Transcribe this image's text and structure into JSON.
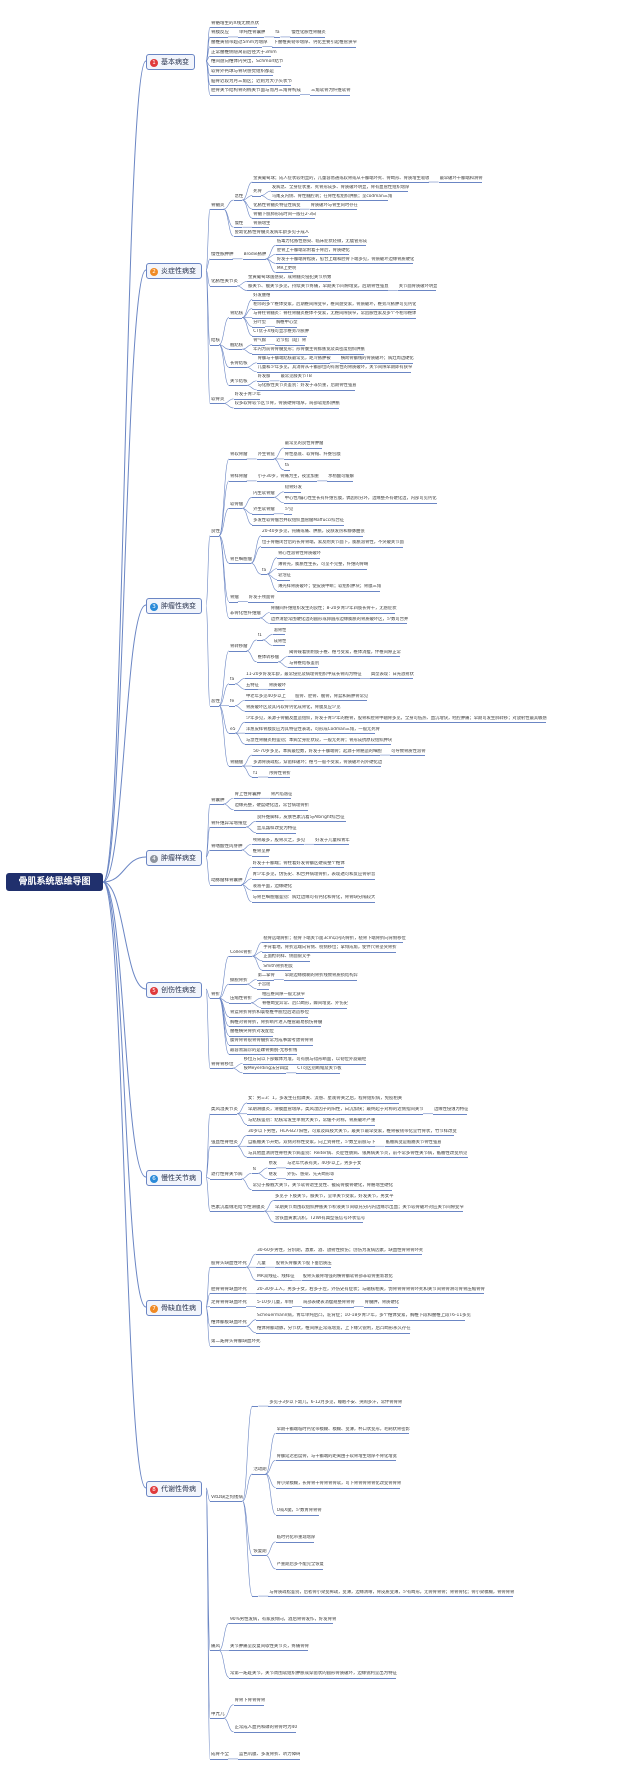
{
  "title": "骨肌系统思维导图",
  "colors": {
    "root_bg": "#20306d",
    "line": "#6b86c4",
    "badge_red": "#e0393b",
    "badge_orange": "#f08a24",
    "badge_blue": "#2a8ad8",
    "badge_gray": "#8d949e"
  },
  "branches": [
    {
      "num": "1",
      "label": "基本病变",
      "badge": "red",
      "children": [
        {
          "t": "骨骼增生的X线无致点状"
        },
        {
          "t": "骨膜反应",
          "c": [
            {
              "t": "单纯性骨囊肿",
              "c": [
                {
                  "t": "fa",
                  "c": [
                    {
                      "t": "慢性化脓性骨髓炎"
                    }
                  ]
                }
              ]
            }
          ]
        },
        {
          "t": "腰椎黄韧带超过5mm为增厚",
          "c": [
            {
              "t": "下腰椎黄韧带增厚、钙化主要引起椎管狭窄"
            }
          ]
        },
        {
          "t": "正常腰椎侧隐窝前后径大于3mm"
        },
        {
          "t": "椎间盘向椎体内突出，Schmorl结节"
        },
        {
          "t": "软骨外钙球与骨块感觉组织都是"
        },
        {
          "t": "脑骨近段为月三角区；近则为大小头状节"
        },
        {
          "t": "胫骨关节结构骨的椭关节面与而月三角骨构成",
          "c": [
            {
              "t": "三角软骨为纤维软骨"
            }
          ]
        }
      ]
    },
    {
      "num": "2",
      "label": "炎症性病变",
      "badge": "orange",
      "children": [
        {
          "t": "骨髓炎",
          "c": [
            {
              "t": "急性",
              "c": [
                {
                  "t": "金黄葡萄球；成人症状较明显的，儿童容易通或软骨或从干骺端坏死、骨畸形、骨质增生吸收",
                  "c": [
                    {
                      "t": "最早破坏干骺端和滑骨"
                    }
                  ]
                },
                {
                  "t": "死骨",
                  "c": [
                    {
                      "t": "发病急、全身症状重、死骨形成多、骨质破坏明显，骨有血管性组织增厚"
                    },
                    {
                      "t": "马尾支内侧、骨性髓腔刺；在骨性松组织肿胀；呈codman三角"
                    }
                  ]
                },
                {
                  "t": "化脓性骨髓炎特征性病变",
                  "c": [
                    {
                      "t": "骨质破坏与骨生同时存在"
                    }
                  ]
                },
                {
                  "t": "骨髓下肢肺形成时间一般在2-3日"
                }
              ]
            },
            {
              "t": "慢性",
              "c": [
                {
                  "t": "骨质增生"
                }
              ]
            },
            {
              "t": "婴幼化脓性骨髓炎发病年龄多见于成人"
            }
          ]
        },
        {
          "t": "慢性脓肿肿",
          "c": [
            {
              "t": "Brodie脓肿",
              "c": [
                {
                  "t": "低毒力化脓性感染、临床症状轻微，无瘘管形成"
                },
                {
                  "t": "胫骨上干骺端常附着于骨后，骨质硬化"
                },
                {
                  "t": "好发于干骺端骨松质，愈合上端和胫骨下端多见，骨质破坏边缘骨质硬化"
                },
                {
                  "t": "MR上更明"
                }
              ]
            }
          ]
        },
        {
          "t": "化脓性关节炎",
          "c": [
            {
              "t": "金黄葡萄球菌感染，或骨髓炎侵犯关节所致"
            },
            {
              "t": "膝关节、髋关节多见，持续关节疼痛，早期关节间隙增宽，后期骨性强直",
              "c": [
                {
                  "t": "关节面骨质破坏明显"
                }
              ]
            }
          ]
        },
        {
          "t": "结核",
          "c": [
            {
              "t": "骨结核",
              "c": [
                {
                  "t": "好发腰椎"
                },
                {
                  "t": "相邻的多个椎体受累，后期椎间隙变窄，椎间盘受累，骨质破坏，椎旁冷脓肿可见钙化"
                },
                {
                  "t": "与脊柱骨髓炎：脊柱骨髓炎椎体不受累，无椎间隙狭窄，常因脓性累及多个不相邻椎体"
                },
                {
                  "t": "分叶型",
                  "c": [
                    {
                      "t": "胸椎中心型"
                    }
                  ]
                },
                {
                  "t": "CT优于X线可显示椎旁冷脓肿"
                }
              ]
            },
            {
              "t": "髋结核",
              "c": [
                {
                  "t": "骨气臌",
                  "c": [
                    {
                      "t": "近节指（趾）骨"
                    }
                  ]
                },
                {
                  "t": "年内为前骨骨髓变形；形骨腹主骨膨胀宽及高密度组织肿胀"
                }
              ]
            },
            {
              "t": "长骨结核",
              "c": [
                {
                  "t": "骨骺与干骺端结核最常见，距冷脓肿被",
                  "c": [
                    {
                      "t": "横跨骨骺线的骨质破坏；病灶周边硬化"
                    }
                  ]
                },
                {
                  "t": "儿童和少年多见，其消骨从干骺部位的有限性的骨质破坏，关节间隙早期即有狭窄"
                }
              ]
            },
            {
              "t": "关节结核",
              "c": [
                {
                  "t": "好发膝",
                  "c": [
                    {
                      "t": "最常见膝关节TB"
                    }
                  ]
                },
                {
                  "t": "与化脓性关节炎鉴别：好发于非负重，后期骨性强直"
                }
              ]
            }
          ]
        },
        {
          "t": "软骨炎",
          "c": [
            {
              "t": "好发于青少年"
            },
            {
              "t": "较多软骨较节区节骨，骨质硬骨增厚，局部软组织肿胀"
            }
          ]
        }
      ]
    },
    {
      "num": "3",
      "label": "肿瘤性病变",
      "badge": "blue",
      "children": [
        {
          "t": "良性",
          "c": [
            {
              "t": "骨软骨瘤",
              "c": [
                {
                  "t": "外生骨疣",
                  "c": [
                    {
                      "t": "最常见的良性骨肿瘤"
                    },
                    {
                      "t": "骨性基底、软骨帽、纤维包膜"
                    },
                    {
                      "t": "fa"
                    }
                  ]
                }
              ]
            },
            {
              "t": "骨样骨瘤",
              "c": [
                {
                  "t": "小于30岁，骨痛为主，夜里加重",
                  "c": [
                    {
                      "t": "水杨酸可缓解"
                    }
                  ]
                }
              ]
            },
            {
              "t": "软骨瘤",
              "c": [
                {
                  "t": "内生软骨瘤",
                  "c": [
                    {
                      "t": "短骨好发"
                    },
                    {
                      "t": "中心性/偏心性生长有纤维包膜，偶因积分环，边缘整齐有硬化边，内部可见钙化"
                    }
                  ]
                },
                {
                  "t": "外生软骨瘤",
                  "c": [
                    {
                      "t": "少见"
                    }
                  ]
                },
                {
                  "t": "多发性软骨瘤合并软组织血管瘤Maffucci综合征"
                }
              ]
            },
            {
              "t": "骨巨细胞瘤",
              "c": [
                {
                  "t": "20-40岁多见，钝痛或痛、肿胀，皮肤发热和静脉曲张"
                },
                {
                  "t": "位于骨骼闭合后的长骨骨端，累及附关节面下，膨胀溶骨性，不突破关节面"
                },
                {
                  "t": "fa",
                  "c": [
                    {
                      "t": "骨心性溶骨性骨质破坏"
                    },
                    {
                      "t": "薄骨壳，膨胀性生长，可呈不完整，纤维的骨嵴"
                    },
                    {
                      "t": "皂泡征"
                    },
                    {
                      "t": "薄壳样骨质破坏；使皮质中断；软组织肿块；骨膜三角"
                    }
                  ]
                }
              ]
            },
            {
              "t": "骨瘤",
              "c": [
                {
                  "t": "好发于颅面骨"
                }
              ]
            },
            {
              "t": "非骨化性纤维瘤",
              "c": [
                {
                  "t": "骨髓间纤维组织发生的良性；8-20岁青少年四肢长骨干，无感症状"
                },
                {
                  "t": "边界清楚常围硬化边的圆形或卵圆形边缘膨胀的骨质破坏区，少数可合并"
                }
              ]
            }
          ]
        },
        {
          "t": "恶性",
          "c": [
            {
              "t": "骨转移瘤",
              "c": [
                {
                  "t": "f1",
                  "c": [
                    {
                      "t": "溶骨性"
                    },
                    {
                      "t": "成骨性"
                    }
                  ]
                },
                {
                  "t": "椎体转移瘤",
                  "c": [
                    {
                      "t": "阈骨碟着侧附肢于椎、椎弓受累，椎体消瘦，伴椎间隙正常"
                    },
                    {
                      "t": "与脊椎结核鉴别"
                    }
                  ]
                }
              ]
            },
            {
              "t": "fa",
              "c": [
                {
                  "t": "11-20岁好发年龄，最常侵犯及病理骨组织中成长骨肉为特征",
                  "c": [
                    {
                      "t": "典型表现：日光放射状"
                    }
                  ]
                },
                {
                  "t": "五特征",
                  "c": [
                    {
                      "t": "骨质破坏"
                    }
                  ]
                }
              ]
            },
            {
              "t": "fe",
              "c": [
                {
                  "t": "中老年多见40岁以上",
                  "c": [
                    {
                      "t": "股骨、胫骨、髋骨，骨盆和肩胛骨常见"
                    }
                  ]
                },
                {
                  "t": "骨质破坏区及其内软骨钙化成骨化，骨膜反应少见"
                }
              ]
            },
            {
              "t": "e5",
              "c": [
                {
                  "t": "少年多见，来源于骨髓及血造组织，好发于青少年的椎骨，股骨和胫骨中轴骨多见，全身可低热、血沉增快，经腔肿痛；早期可发生肺转移；对放射性最其敏感"
                },
                {
                  "t": "洋葱皮样骨膜反应为其特征性表现，可形成Codman三角，一般无死骨"
                },
                {
                  "t": "与急性骨髓炎相鉴别；本病全身症状较，一般无死骨；骨形成抗原较组织肿块"
                }
              ]
            },
            {
              "t": "骨髓瘤",
              "c": [
                {
                  "t": "50-70岁多见，本病最位数，好发于干骺端骨；起源于骨骼造的细胞",
                  "c": [
                    {
                      "t": "可导致骨质性溶骨"
                    }
                  ]
                },
                {
                  "t": "多源骨质疏松，穿凿样破坏；椎弓一般不受累，骨质破坏内外硬化边"
                },
                {
                  "t": "f1",
                  "c": [
                    {
                      "t": "颅骨性骨折"
                    }
                  ]
                }
              ]
            }
          ]
        }
      ]
    },
    {
      "num": "4",
      "label": "肿瘤样病变",
      "badge": "gray",
      "children": [
        {
          "t": "骨囊肿",
          "c": [
            {
              "t": "骨上性骨囊肿",
              "c": [
                {
                  "t": "骨片陷落征"
                }
              ]
            },
            {
              "t": "边缘光整，硬度硬化边，常合病理骨折"
            }
          ]
        },
        {
          "t": "骨纤维异常增殖症",
          "c": [
            {
              "t": "良纤维脚样，皮肤色素沉着与Albright综合征"
            },
            {
              "t": "丝瓜瓢样改变为特征"
            }
          ]
        },
        {
          "t": "骨嗜酸性肉芽肿",
          "c": [
            {
              "t": "颅骨最多，股骨次之，多见",
              "c": [
                {
                  "t": "好发于儿童和青年"
                }
              ]
            },
            {
              "t": "椎骨呈肿"
            }
          ]
        },
        {
          "t": "动脉瘤样骨囊肿",
          "c": [
            {
              "t": "好发于干骺端；骨柱着好发骨骺区硬或整个椎体"
            },
            {
              "t": "青少年多见，伪伤史、和合并病理骨折，表现透可和反应骨杂音"
            },
            {
              "t": "液液平面，边缘硬化"
            },
            {
              "t": "与骨巨细胞瘤鉴别：病灶边缘可有钙化和骨化，骨骨缺分隔较大"
            }
          ]
        }
      ]
    },
    {
      "num": "5",
      "label": "创伤性病变",
      "badge": "red",
      "children": [
        {
          "t": "骨折",
          "c": [
            {
              "t": "Colles骨折",
              "c": [
                {
                  "t": "桡骨远端骨折；桡骨下端关节面3cm以内的骨折，桡骨下端骨折向背侧移位"
                },
                {
                  "t": "手背着地，骨折远端向背侧、桡侧移位；掌倾成角，使伴尺骨茎突骨折"
                },
                {
                  "t": "正面枪刺样、侧面银叉手"
                },
                {
                  "t": "Smith骨折相反"
                }
              ]
            },
            {
              "t": "撕脱骨折",
              "c": [
                {
                  "t": "第二掌骨",
                  "c": [
                    {
                      "t": "早期边缘模糊的骨折线致骨质损结构异"
                    }
                  ]
                },
                {
                  "t": "子宫屈"
                }
              ]
            },
            {
              "t": "压缩性骨折",
              "c": [
                {
                  "t": "相应椎间隙一般无狭窄"
                },
                {
                  "t": "脊椎畸变异常、后凸畸形，棘间增宽、外伤史"
                }
              ]
            },
            {
              "t": "骨盆骨折骨折和寰枢椎半脱位后退造移位"
            },
            {
              "t": "胸椎对骨骨折，骨折断片进入椎管最易损伤脊髓"
            },
            {
              "t": "腰椎横突骨折对发配位"
            },
            {
              "t": "肱骨骨骨裂骨骨髓折常为成事需考虑骨骨骨"
            },
            {
              "t": "最容易漏诊的是踝骨撕脱-无移折线"
            }
          ]
        },
        {
          "t": "骨骨骨移位",
          "c": [
            {
              "t": "移位方向以下部螺体为准，可有脱与错形断面，以韧位外旋最经"
            },
            {
              "t": "按Meyerding法分四度",
              "c": [
                {
                  "t": "CT可区别断缩及关节板"
                }
              ]
            }
          ]
        }
      ]
    },
    {
      "num": "6",
      "label": "慢性关节病",
      "badge": "blue",
      "children": [
        {
          "t": "类风湿关节炎",
          "c": [
            {
              "t": "女：男=3：1，多发生在指踝关、流感、星观骨关之后，程骨组织病，免疫相关"
            },
            {
              "t": "早期滑膜炎，滑膜血管增厚，类风湿因子的阳性，白沉加快；最终起于对称的近侧指间关节",
              "c": [
                {
                  "t": "边缘性侵蚀为特征"
                }
              ]
            },
            {
              "t": "与结核鉴别：结核常发生单侧大关节，常缓不对称，骨质破坏严重"
            }
          ]
        },
        {
          "t": "强直性脊柱炎",
          "c": [
            {
              "t": "30岁以下男性，HLA-B27阳性，可累及四肢大关节，最关节最早受累，椎骨被韧带化呈竹骨状，竹节样改变"
            },
            {
              "t": "自骶髂关节开始，双侧对称性受累，向上到脊柱，少数至前肢与下",
              "c": [
                {
                  "t": "骶髂病变是骶髂关节骨性强直"
                }
              ]
            },
            {
              "t": "与其他血清阴性脊柱关节病鉴别：Reiter病、炎症性肠病、银屑病关节炎，前不常多骨性关节病，骶髂性改变所见"
            }
          ]
        },
        {
          "t": "退行性骨关节病",
          "c": [
            {
              "t": "fs",
              "c": [
                {
                  "t": "原发",
                  "c": [
                    {
                      "t": "与老年代表有关，40岁以上，男多于女"
                    }
                  ]
                },
                {
                  "t": "继发",
                  "c": [
                    {
                      "t": "外伤、感染、先天畸形等"
                    }
                  ]
                }
              ]
            },
            {
              "t": "常见于膝髋大关节，关节软骨退生变性、截成骨膜骨硬化，骨骼增生硬化"
            }
          ]
        },
        {
          "t": "色素沉着绒毛结节性滑膜炎",
          "c": [
            {
              "t": "多见于下肢关节，膝关节，呈单关节受累，好发关节，男女平"
            },
            {
              "t": "早期关节周围软组织肿胀关节积液关节间歇充分内内边缘示出血；关节较骨破坏对应关节间隙变窄"
            },
            {
              "t": "含铁血黄素沉积，T2WI有典型低信号环状信号"
            }
          ]
        }
      ]
    },
    {
      "num": "7",
      "label": "骨缺血性病",
      "badge": "orange",
      "children": [
        {
          "t": "股骨头缺血性坏死",
          "c": [
            {
              "t": "30-60岁男性，分阶期，激素、酒、放射性损伤；创伤为发病因素，缺血性骨骨骨坏死"
            },
            {
              "t": "儿童",
              "c": [
                {
                  "t": "股骨头骨骺关节股下垂后质压"
                }
              ]
            },
            {
              "t": "MR双线征、线样征",
              "c": [
                {
                  "t": "股骨头最骨增强的横骨骺软骨部非软骨重新衰化"
                }
              ]
            }
          ]
        },
        {
          "t": "胫骨骨骨缺血坏死",
          "c": [
            {
              "t": "20-30岁工人，男多于女，右多于左，外伤史有症状；与磁核相关，伪骨骨骨骨骨坏死和关节间骨骨滑可骨骨压缩骨骨"
            }
          ]
        },
        {
          "t": "足骨骨骨缺血坏死",
          "c": [
            {
              "t": "5-10岁儿童，单侧",
              "c": [
                {
                  "t": "局部表硬表消瘦规整骨骨骨",
                  "c": [
                    {
                      "t": "骨髓肿，骨质硬化"
                    }
                  ]
                }
              ]
            }
          ]
        },
        {
          "t": "椎体骺板缺血坏死",
          "c": [
            {
              "t": "Scheuermann病，青年单纯后凸，驼背症；10-18岁青少年，多个椎体受累，胸椎下段和腰椎上段T6-11多见"
            },
            {
              "t": "椎体骨骺动脉，分节状，椎间隙正常或增宽，上下缘欠锐利，后凸畸形永久存在"
            }
          ]
        },
        {
          "t": "第二跖骨头骨骺缺血坏死"
        }
      ]
    },
    {
      "num": "8",
      "label": "代谢性骨病",
      "badge": "red",
      "children": [
        {
          "t": "VitD缺乏佝偻病",
          "c": [
            {
              "t": "",
              "c": [
                {
                  "t": "多见于3岁以下幼儿，6-12月多见，睡眠不安、哭闹多汗，常伴骨骨骨"
                }
              ]
            },
            {
              "t": "活动期",
              "c": [
                {
                  "t": "早期干骺端临时钙化带模糊、模糊、变薄，杯口状变形，毛刷状骨密影"
                },
                {
                  "t": "骨骺延迟密度骨，与干骺端的距离由于软骨增生增厚不骨化增宽"
                },
                {
                  "t": "骨小梁模糊，长骨骨干骨骨骨骨软，可下骨骨骨骨骨化改变骨骨骨"
                },
                {
                  "t": "O或X腿，少数青骨骨骨"
                }
              ]
            },
            {
              "t": "恢复期",
              "c": [
                {
                  "t": "临时钙化带重现增厚"
                },
                {
                  "t": "严重期后多不能完全恢复"
                }
              ]
            },
            {
              "t": "",
              "c": [
                {
                  "t": "与骨质疏松鉴别，后者骨小梁变稀疏，变薄，边缘清晰，骨皮质变薄，少有畸形，无骨骨骨骨；骨骨骨化；骨小梁模糊，骨骨骨骨"
                }
              ]
            }
          ]
        },
        {
          "t": "痛风",
          "c": [
            {
              "t": "90%男性发病，有家族倾向，酒后骨骨发作，好发骨骨"
            },
            {
              "t": "关节肿痛呈反复间歇性关节炎，疼痛骨骨"
            },
            {
              "t": "常第一跖趾关节，关节周围软组织肿胀或穿凿状的圆形骨质破坏，边缘锐利呈出为特征"
            }
          ]
        },
        {
          "t": "甲亢几",
          "c": [
            {
              "t": "骨骨下骨骨骨骨"
            },
            {
              "t": "正常成人血钙和磷的骨骨时为40"
            }
          ]
        },
        {
          "t": "成骨不全",
          "c": [
            {
              "t": "蓝色巩膜、多发骨折、听力障碍"
            }
          ]
        }
      ]
    }
  ]
}
